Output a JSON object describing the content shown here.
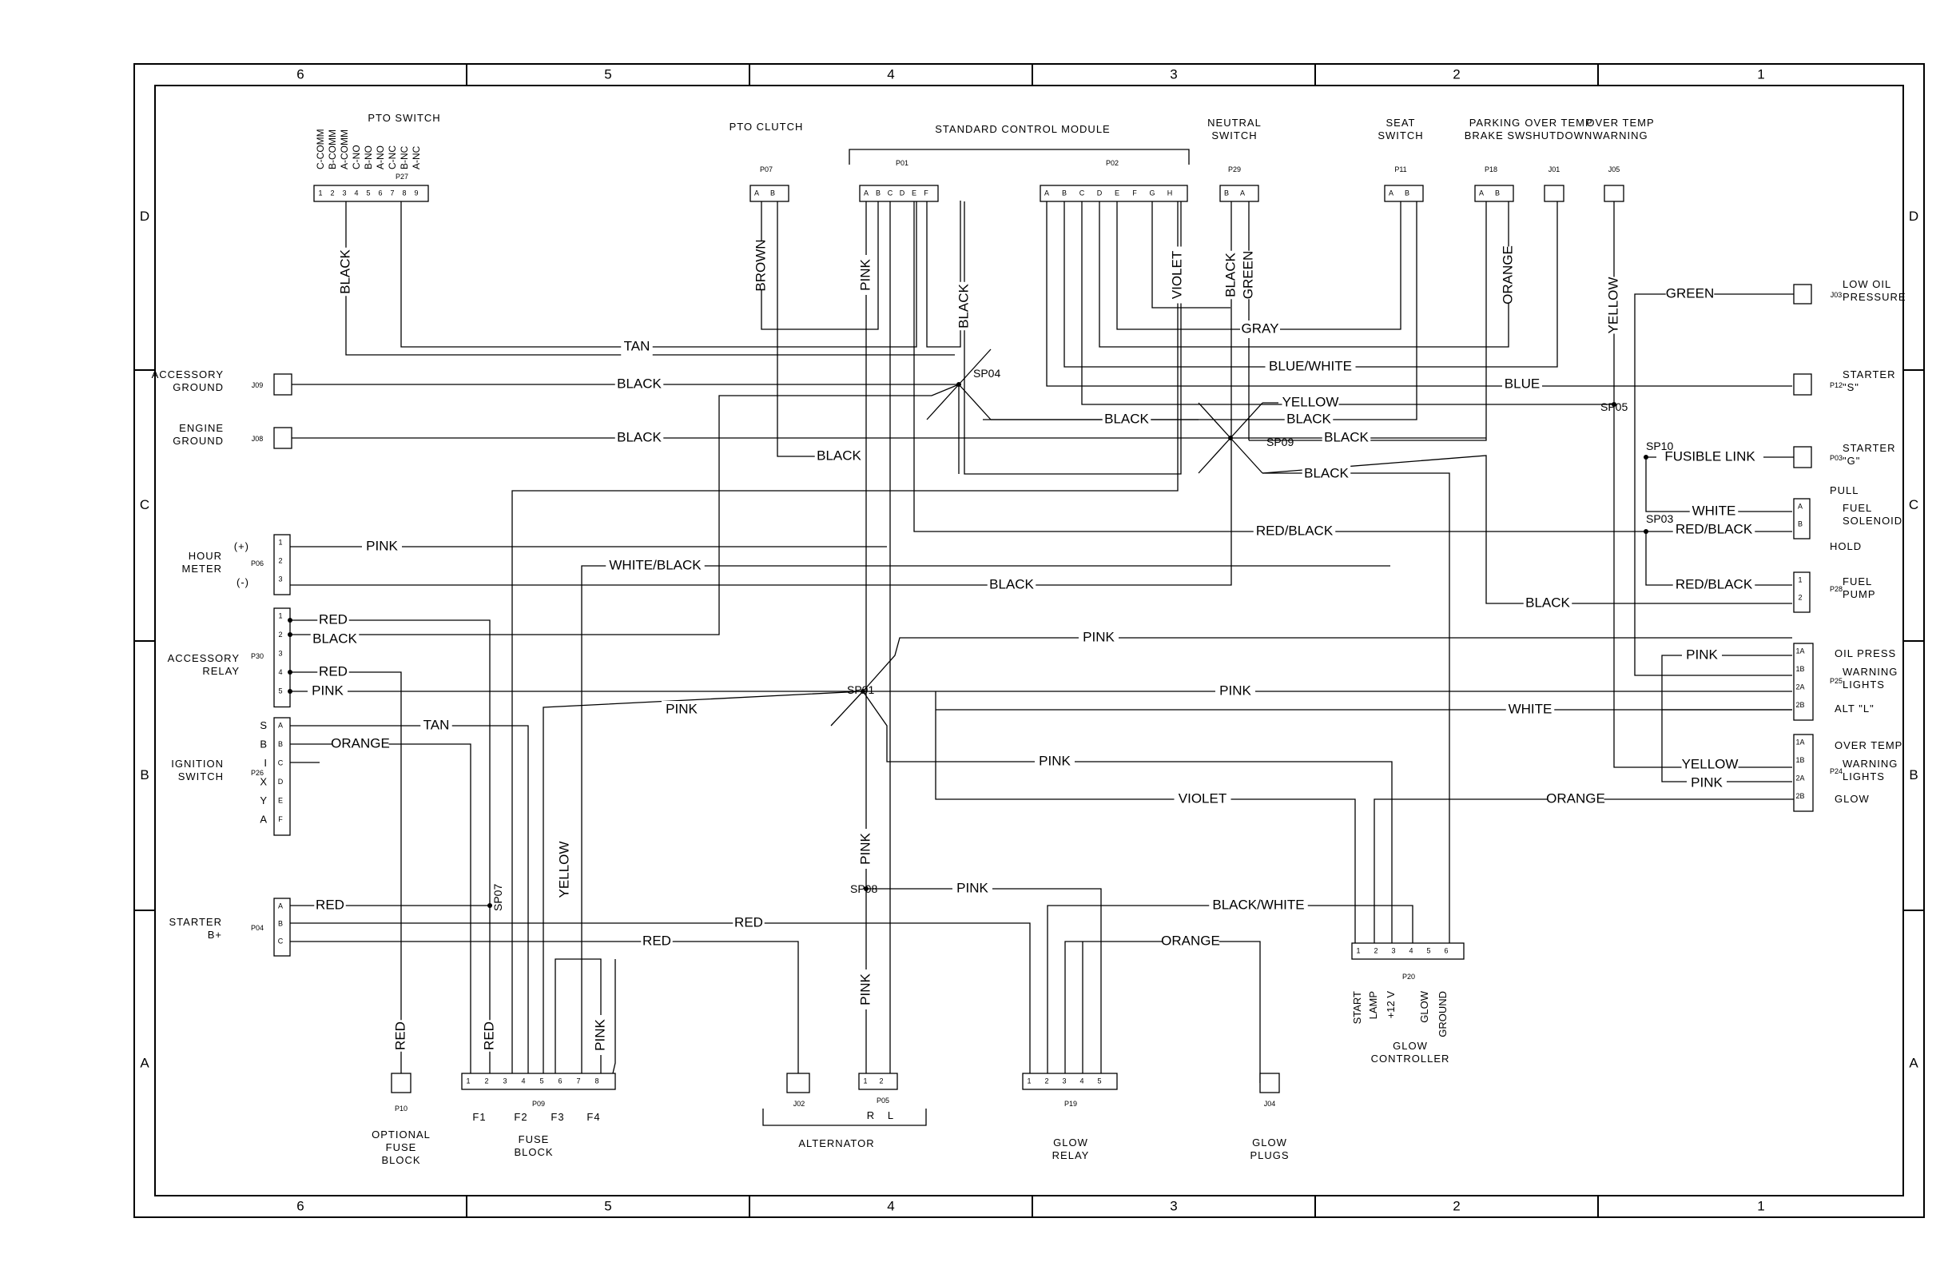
{
  "grid": {
    "columns": [
      "6",
      "5",
      "4",
      "3",
      "2",
      "1"
    ],
    "rows": [
      "D",
      "C",
      "B",
      "A"
    ]
  },
  "titles": {
    "pto_switch": "PTO SWITCH",
    "pto_clutch": "PTO CLUTCH",
    "standard_control_module": "STANDARD CONTROL MODULE",
    "neutral_switch": [
      "NEUTRAL",
      "SWITCH"
    ],
    "seat_switch": [
      "SEAT",
      "SWITCH"
    ],
    "parking_brake": [
      "PARKING",
      "BRAKE SW"
    ],
    "over_temp_shutdown": [
      "OVER TEMP",
      "SHUTDOWN"
    ],
    "over_temp_warning": [
      "OVER TEMP",
      "WARNING"
    ],
    "low_oil_pressure": [
      "LOW OIL",
      "PRESSURE"
    ],
    "accessory_ground": [
      "ACCESSORY",
      "GROUND"
    ],
    "engine_ground": [
      "ENGINE",
      "GROUND"
    ],
    "starter_s": [
      "STARTER",
      "\"S\""
    ],
    "starter_g": [
      "STARTER",
      "\"G\""
    ],
    "pull": "PULL",
    "fuel_solenoid": [
      "FUEL",
      "SOLENOID"
    ],
    "hold": "HOLD",
    "fuel_pump": [
      "FUEL",
      "PUMP"
    ],
    "hour_meter": [
      "HOUR",
      "METER"
    ],
    "hour_plus": "(+)",
    "hour_minus": "(-)",
    "accessory_relay": [
      "ACCESSORY",
      "RELAY"
    ],
    "oil_press": "OIL PRESS",
    "warning_lights": [
      "WARNING",
      "LIGHTS"
    ],
    "alt_l": "ALT \"L\"",
    "over_temp": "OVER TEMP",
    "glow": "GLOW",
    "ignition_switch": [
      "IGNITION",
      "SWITCH"
    ],
    "ignition_letters": [
      "S",
      "B",
      "I",
      "X",
      "Y",
      "A"
    ],
    "starter_bplus": [
      "STARTER",
      "B+"
    ],
    "optional_fuse_block": [
      "OPTIONAL",
      "FUSE",
      "BLOCK"
    ],
    "fuse_labels": [
      "F1",
      "F2",
      "F3",
      "F4"
    ],
    "fuse_block": [
      "FUSE",
      "BLOCK"
    ],
    "alternator": "ALTERNATOR",
    "alt_rl": [
      "R",
      "L"
    ],
    "glow_relay": [
      "GLOW",
      "RELAY"
    ],
    "glow_plugs": [
      "GLOW",
      "PLUGS"
    ],
    "glow_controller": [
      "GLOW",
      "CONTROLLER"
    ],
    "p20_pins": [
      "START",
      "LAMP",
      "+12 V",
      "GLOW",
      "GROUND"
    ]
  },
  "pto_switch_pins": [
    "C-COMM",
    "B-COMM",
    "A-COMM",
    "C-NO",
    "B-NO",
    "A-NO",
    "C-NC",
    "B-NC",
    "A-NC"
  ],
  "connectors": {
    "P27": "P27",
    "P07": "P07",
    "P01": "P01",
    "P02": "P02",
    "P29": "P29",
    "P11": "P11",
    "P18": "P18",
    "J01": "J01",
    "J05": "J05",
    "J03": "J03",
    "J09": "J09",
    "J08": "J08",
    "P12": "P12",
    "P03": "P03",
    "P06": "P06",
    "P28": "P28",
    "P30": "P30",
    "P25": "P25",
    "P24": "P24",
    "P26": "P26",
    "P04": "P04",
    "P10": "P10",
    "P09": "P09",
    "J02": "J02",
    "P05": "P05",
    "P19": "P19",
    "J04": "J04",
    "P20": "P20"
  },
  "splices": [
    "SP04",
    "SP05",
    "SP09",
    "SP10",
    "SP03",
    "SP01",
    "SP07",
    "SP08"
  ],
  "wire_labels": {
    "black_pto": "BLACK",
    "brown": "BROWN",
    "pink_p01": "PINK",
    "black_p01": "BLACK",
    "violet_p02": "VIOLET",
    "black_p29": "BLACK",
    "green_p29": "GREEN",
    "orange_p18": "ORANGE",
    "yellow_j05": "YELLOW",
    "green_j03": "GREEN",
    "tan_top": "TAN",
    "gray": "GRAY",
    "blue_white": "BLUE/WHITE",
    "black_j09": "BLACK",
    "blue": "BLUE",
    "yellow_top": "YELLOW",
    "black_sp04": "BLACK",
    "black_p11": "BLACK",
    "black_j08": "BLACK",
    "black_sp09": "BLACK",
    "black_p07": "BLACK",
    "black_p02": "BLACK",
    "fusible_link": "FUSIBLE LINK",
    "white_p08": "WHITE",
    "red_black_p08": "RED/BLACK",
    "red_black_main": "RED/BLACK",
    "red_black_p28": "RED/BLACK",
    "pink_hour": "PINK",
    "white_black": "WHITE/BLACK",
    "black_hour": "BLACK",
    "black_p28": "BLACK",
    "red_acc": "RED",
    "black_acc": "BLACK",
    "red_acc4": "RED",
    "pink_acc": "PINK",
    "pink_oil": "PINK",
    "pink_p25": "PINK",
    "pink_sp01": "PINK",
    "pink_main": "PINK",
    "white_alt": "WHITE",
    "tan_ign": "TAN",
    "orange_ign": "ORANGE",
    "pink_p20": "PINK",
    "yellow_p24": "YELLOW",
    "pink_p24": "PINK",
    "violet_p20": "VIOLET",
    "orange_glow": "ORANGE",
    "yellow_fuse": "YELLOW",
    "pink_vert": "PINK",
    "pink_sp08": "PINK",
    "black_white": "BLACK/WHITE",
    "red_p04": "RED",
    "red_b": "RED",
    "orange_relay": "ORANGE",
    "red_c": "RED",
    "pink_p05": "PINK",
    "red_p10": "RED",
    "red_p09": "RED",
    "pink_p09": "PINK"
  }
}
